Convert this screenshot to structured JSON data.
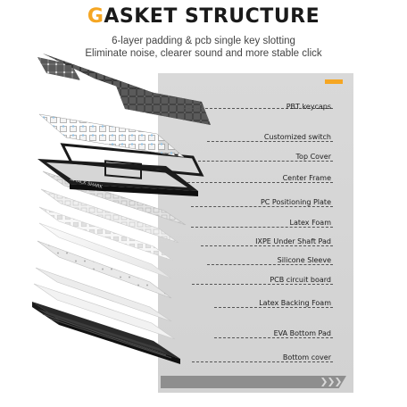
{
  "header": {
    "title_first_letter": "G",
    "title_rest": "ASKET STRUCTURE",
    "subtitle_line1": "6-layer padding & pcb single key slotting",
    "subtitle_line2": "Eliminate noise, clearer sound and more stable click"
  },
  "colors": {
    "accent": "#f5a623",
    "panel": "#d9d9d9",
    "bottom_bar": "#8e8e8e"
  },
  "brand_mark": "ATTACK SHARK",
  "layers": [
    {
      "label": "PBT keycaps"
    },
    {
      "label": "Customized switch"
    },
    {
      "label": "Top Cover"
    },
    {
      "label": "Center Frame"
    },
    {
      "label": "PC Positioning Plate"
    },
    {
      "label": "Latex Foam"
    },
    {
      "label": "IXPE Under Shaft Pad"
    },
    {
      "label": "Silicone Sleeve"
    },
    {
      "label": "PCB circuit board"
    },
    {
      "label": "Latex Backing Foam"
    },
    {
      "label": "EVA Bottom Pad"
    },
    {
      "label": "Bottom cover"
    }
  ]
}
